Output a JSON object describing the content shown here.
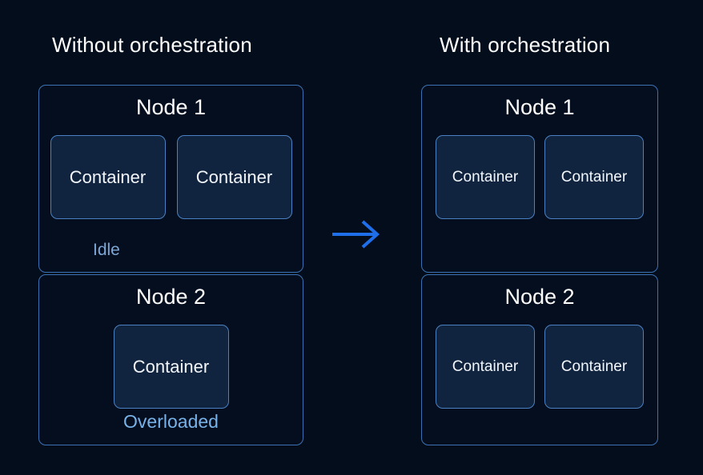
{
  "diagram": {
    "background_color": "#040d1c",
    "accent_color": "#1f6feb",
    "border_color": "#3c72b4",
    "container_fill": "#11243f",
    "container_border": "#4a81c2",
    "status_idle_color": "#7da7d6",
    "status_overloaded_color": "#78b2e8",
    "title_color": "#ffffff"
  },
  "columns": [
    {
      "id": "without",
      "title": "Without orchestration",
      "nodes": [
        {
          "title": "Node 1",
          "containers": [
            {
              "label": "Container"
            },
            {
              "label": "Container"
            }
          ],
          "status": "Idle"
        },
        {
          "title": "Node 2",
          "containers": [
            {
              "label": "Container"
            }
          ],
          "status": "Overloaded"
        }
      ]
    },
    {
      "id": "with",
      "title": "With orchestration",
      "nodes": [
        {
          "title": "Node 1",
          "containers": [
            {
              "label": "Container"
            },
            {
              "label": "Container"
            }
          ],
          "status": ""
        },
        {
          "title": "Node 2",
          "containers": [
            {
              "label": "Container"
            },
            {
              "label": "Container"
            }
          ],
          "status": ""
        }
      ]
    }
  ],
  "arrow": {
    "name": "right-arrow-icon",
    "direction": "right",
    "color": "#1f6feb"
  }
}
